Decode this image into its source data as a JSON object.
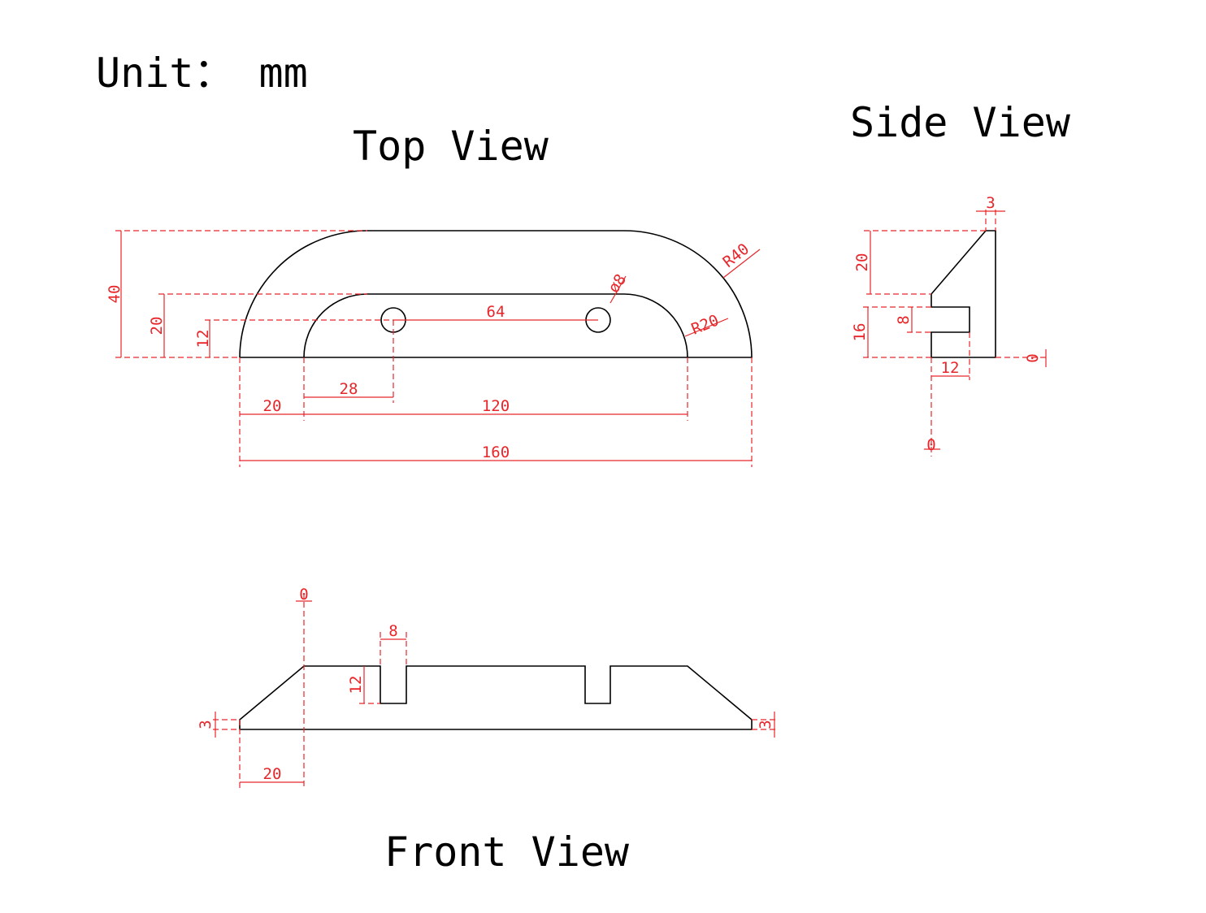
{
  "unit_label": "Unit： mm",
  "views": {
    "top": {
      "title": "Top View",
      "dims": {
        "d40": "40",
        "d20v": "20",
        "d12": "12",
        "d64": "64",
        "dia8": "ø8",
        "r20": "R20",
        "r40": "R40",
        "d28": "28",
        "d20h": "20",
        "d120": "120",
        "d160": "160"
      }
    },
    "side": {
      "title": "Side View",
      "dims": {
        "d3": "3",
        "d20": "20",
        "d8": "8",
        "d16": "16",
        "d12": "12",
        "zero_h": "0",
        "zero_v": "0"
      }
    },
    "front": {
      "title": "Front View",
      "dims": {
        "zero": "0",
        "d8": "8",
        "d12": "12",
        "d3l": "3",
        "d3r": "3",
        "d20": "20"
      }
    }
  },
  "colors": {
    "object": "#000000",
    "dimension": "#e8262a"
  }
}
